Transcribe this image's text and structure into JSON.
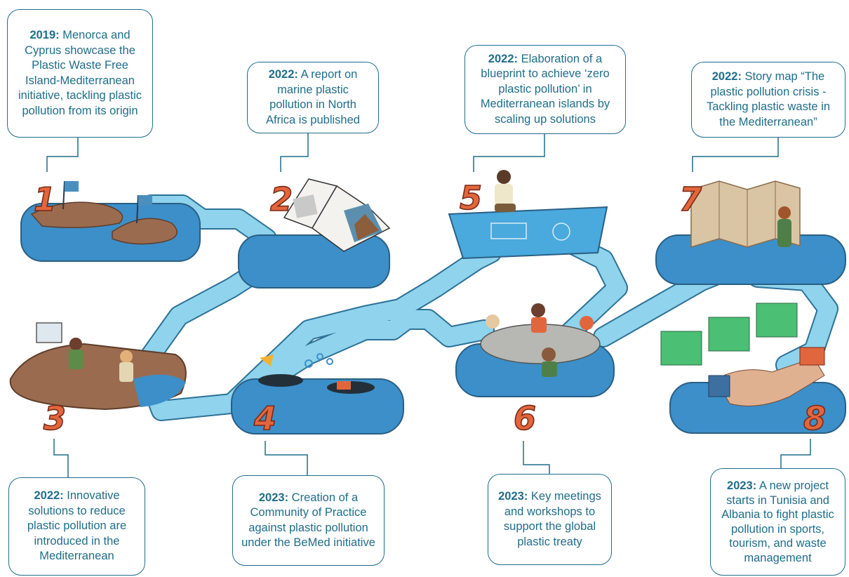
{
  "milestones": [
    {
      "number": "1",
      "year": "2019:",
      "text": "Menorca and Cyprus showcase the Plastic Waste Free Island-Mediterranean initiative, tackling plastic pollution from its origin"
    },
    {
      "number": "2",
      "year": "2022:",
      "text": "A report on marine plastic pollution in North Africa is published"
    },
    {
      "number": "3",
      "year": "2022:",
      "text": "Innovative solutions to reduce plastic pollution are introduced in the Mediterranean"
    },
    {
      "number": "4",
      "year": "2023:",
      "text": "Creation of a Community of Practice against plastic pollution under the BeMed initiative"
    },
    {
      "number": "5",
      "year": "2022:",
      "text": "Elaboration of a blueprint to achieve ‘zero plastic pollution’ in Mediterranean islands by scaling up solutions"
    },
    {
      "number": "6",
      "year": "2023:",
      "text": "Key meetings and workshops to support the global plastic treaty"
    },
    {
      "number": "7",
      "year": "2022:",
      "text": "Story map “The plastic pollution crisis - Tackling plastic waste in the Mediterranean”"
    },
    {
      "number": "8",
      "year": "2023:",
      "text": "A new project starts in Tunisia and Albania to fight plastic pollution in sports, tourism, and waste management"
    }
  ],
  "colors": {
    "text": "#1f6d8a",
    "number": "#e2663d",
    "water": "#3c8fc9",
    "path": "#8fd3ec",
    "ground": "#9b6b50"
  }
}
